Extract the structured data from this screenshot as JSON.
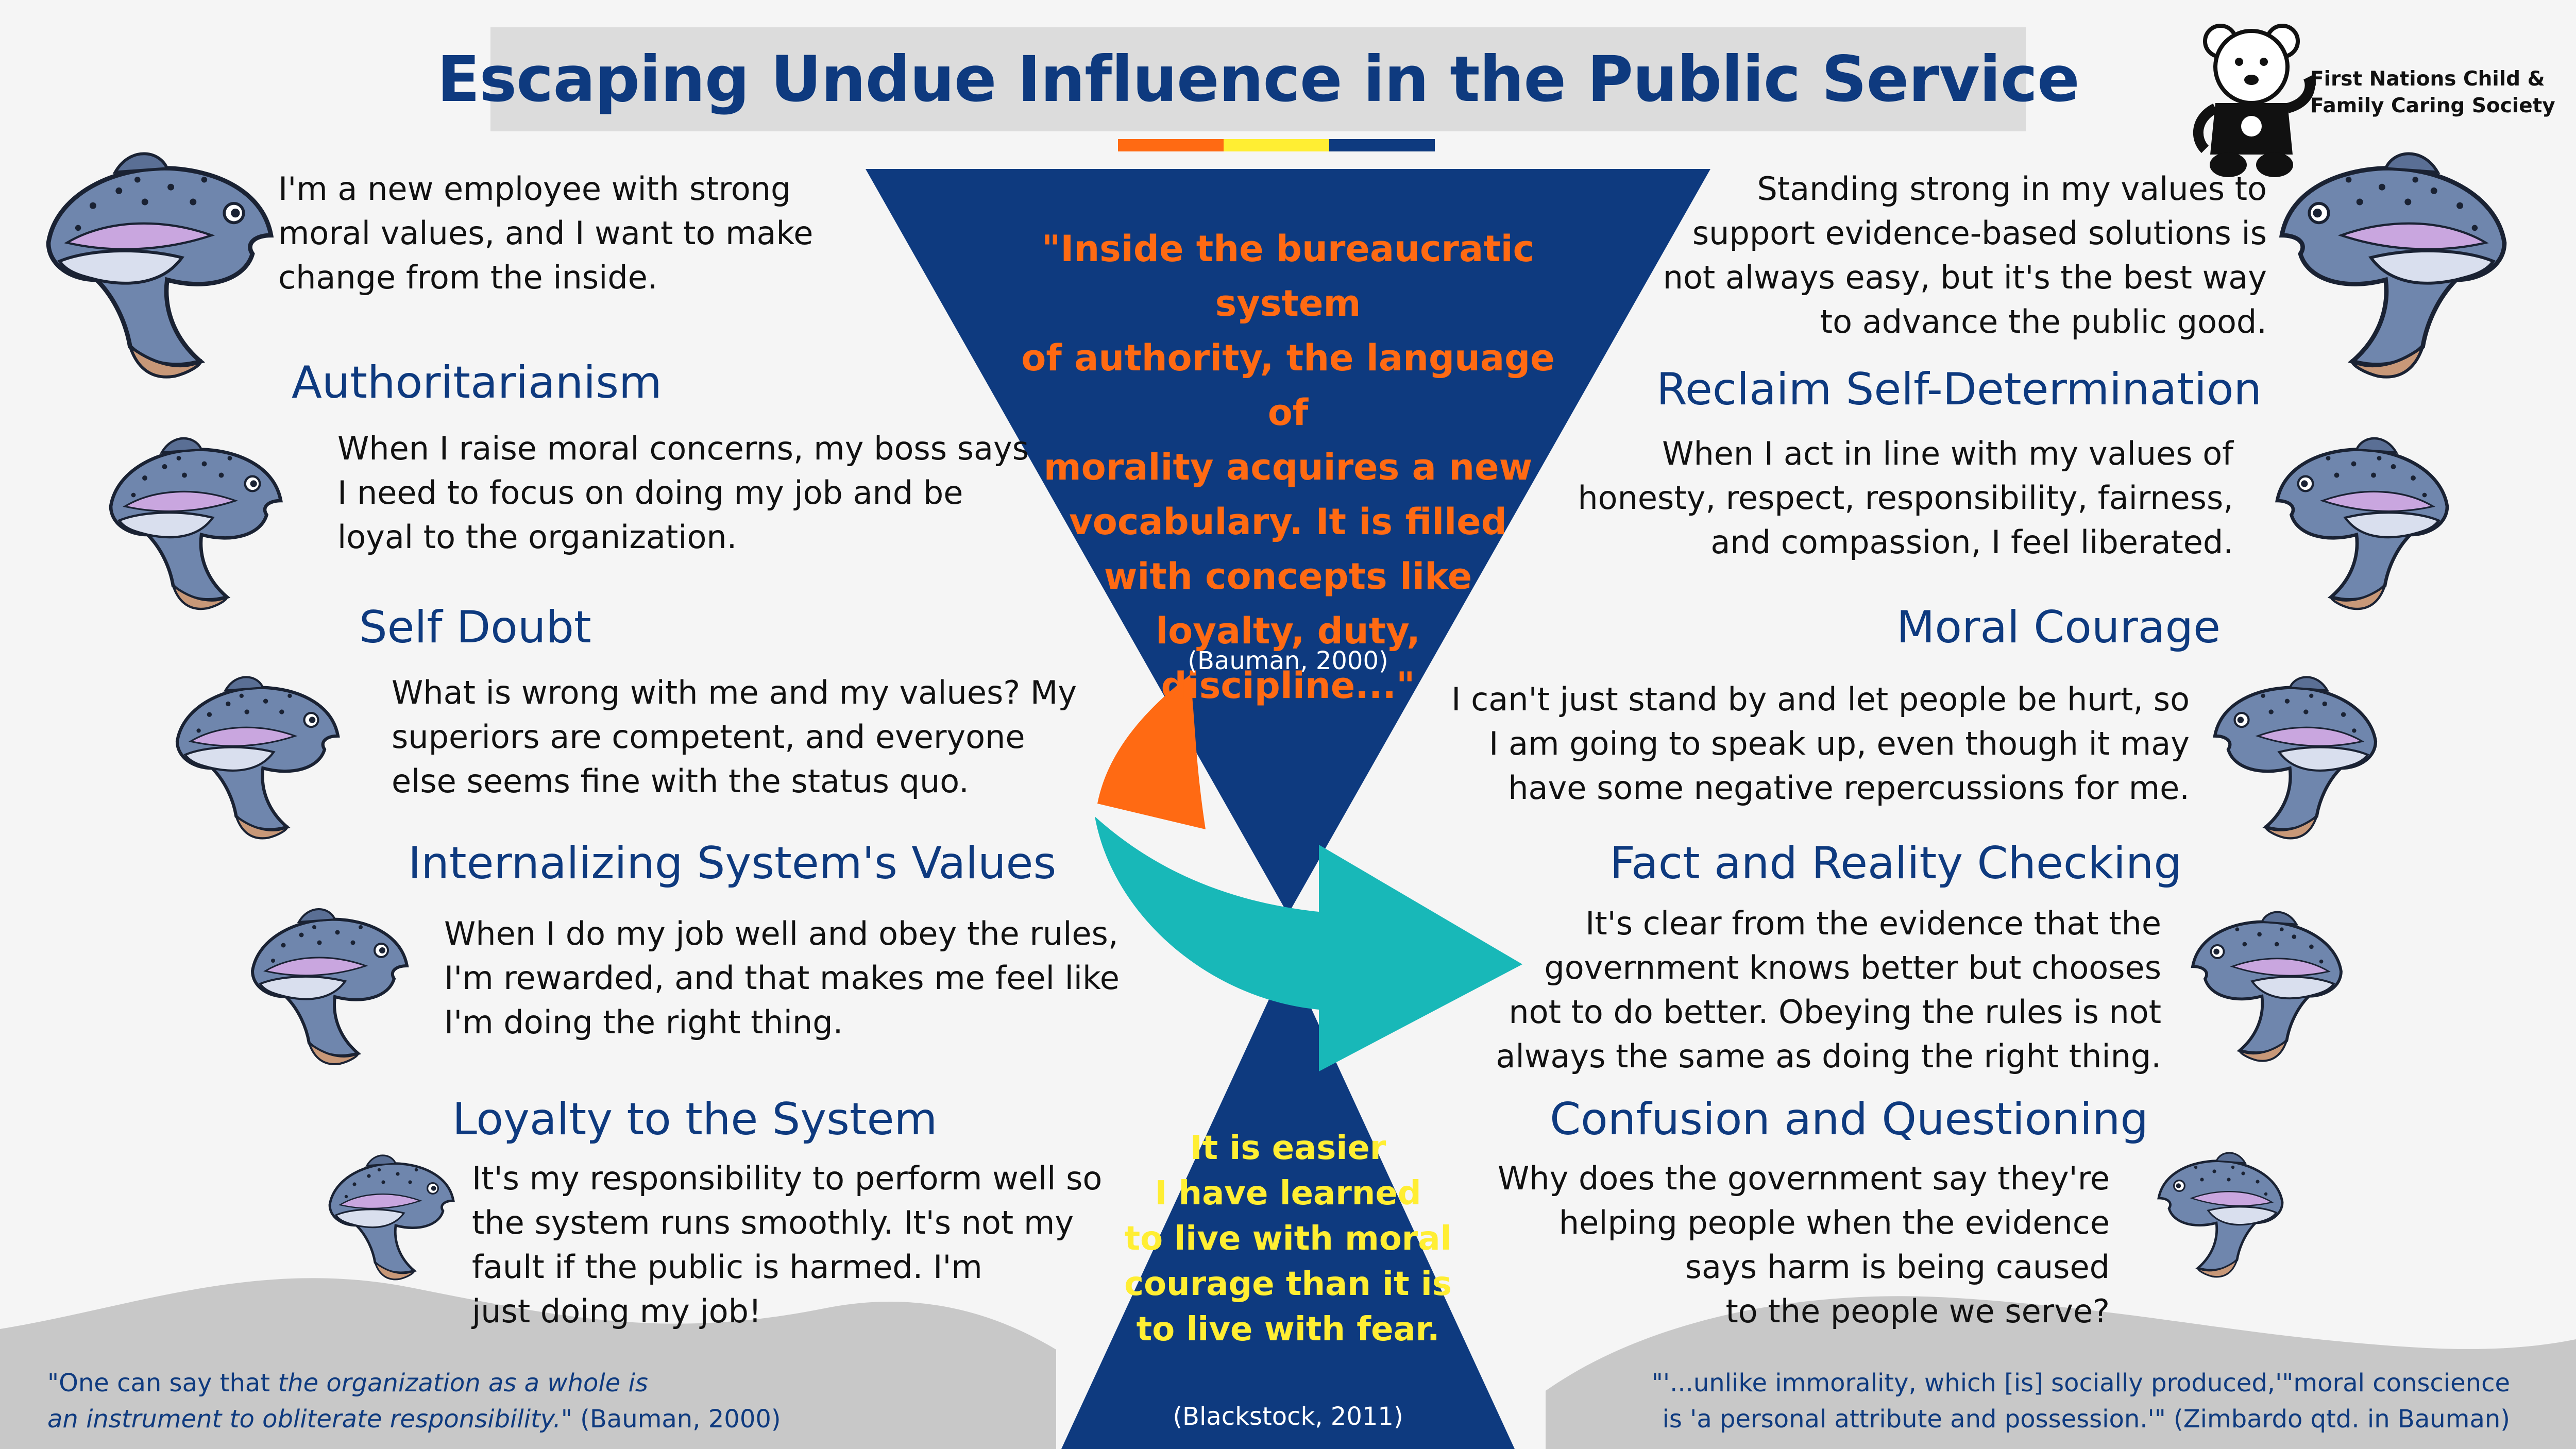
{
  "title": "Escaping Undue Influence in the Public Service",
  "organization": "First Nations Child &\nFamily Caring Society",
  "colors": {
    "navy": "#0e3a7f",
    "orange": "#ff6a13",
    "yellow": "#ffee33",
    "teal": "#18b8b8"
  },
  "center": {
    "top_quote": "\"Inside the bureaucratic system\nof authority, the language of\nmorality acquires a new\nvocabulary. It is filled\nwith concepts like\nloyalty, duty,\ndiscipline...\"",
    "top_cite": "(Bauman, 2000)",
    "bottom_quote": "It is easier\nI have learned\nto live with moral\ncourage than it is\nto live with fear.",
    "bottom_cite": "(Blackstock, 2011)"
  },
  "left": {
    "intro": "I'm a new employee with strong\nmoral values, and I want to make\nchange from the inside.",
    "items": [
      {
        "heading": "Authoritarianism",
        "text": "When I raise moral concerns, my boss says\nI need to focus on doing my job and be\nloyal to the organization."
      },
      {
        "heading": "Self Doubt",
        "text": "What is wrong with me and my values? My\nsuperiors are competent, and everyone\nelse seems fine with the status quo."
      },
      {
        "heading": "Internalizing System's Values",
        "text": "When I do my job well and obey the rules,\nI'm rewarded, and that makes me feel like\nI'm doing the right thing."
      },
      {
        "heading": "Loyalty to the System",
        "text": "It's my responsibility to perform well so\nthe system runs smoothly. It's not my\nfault if the public is harmed. I'm\njust doing my job!"
      }
    ],
    "footer_line1_a": "\"One can say that ",
    "footer_line1_b": "the organization as a whole is",
    "footer_line2_a": "an instrument to obliterate responsibility.\"",
    "footer_line2_b": "  (Bauman, 2000)"
  },
  "right": {
    "intro": "Standing strong in my values to\nsupport evidence-based solutions is\nnot always easy, but it's the best way\nto advance the public good.",
    "items": [
      {
        "heading": "Reclaim Self-Determination",
        "text": "When I act in line with my values of\nhonesty, respect, responsibility, fairness,\nand compassion, I feel liberated."
      },
      {
        "heading": "Moral Courage",
        "text": "I can't just stand by and let people be hurt, so\nI am going to speak up, even though it may\nhave some negative repercussions for me."
      },
      {
        "heading": "Fact and Reality Checking",
        "text": "It's clear from the evidence that the\ngovernment knows better but chooses\nnot to do better. Obeying the rules is not\nalways the same as doing the right thing."
      },
      {
        "heading": "Confusion and Questioning",
        "text": "Why does the government say they're\nhelping people when the evidence\nsays harm is being caused\nto the people we serve?"
      }
    ],
    "footer_line1": "\"'...unlike immorality, which [is] socially produced,'\"moral conscience",
    "footer_line2": "is 'a personal attribute and possession.'\" (Zimbardo qtd. in Bauman)"
  },
  "icons": {
    "fish": "trout-icon",
    "logo": "teddy-bear-logo-icon",
    "arrow": "curved-arrow-icon"
  }
}
